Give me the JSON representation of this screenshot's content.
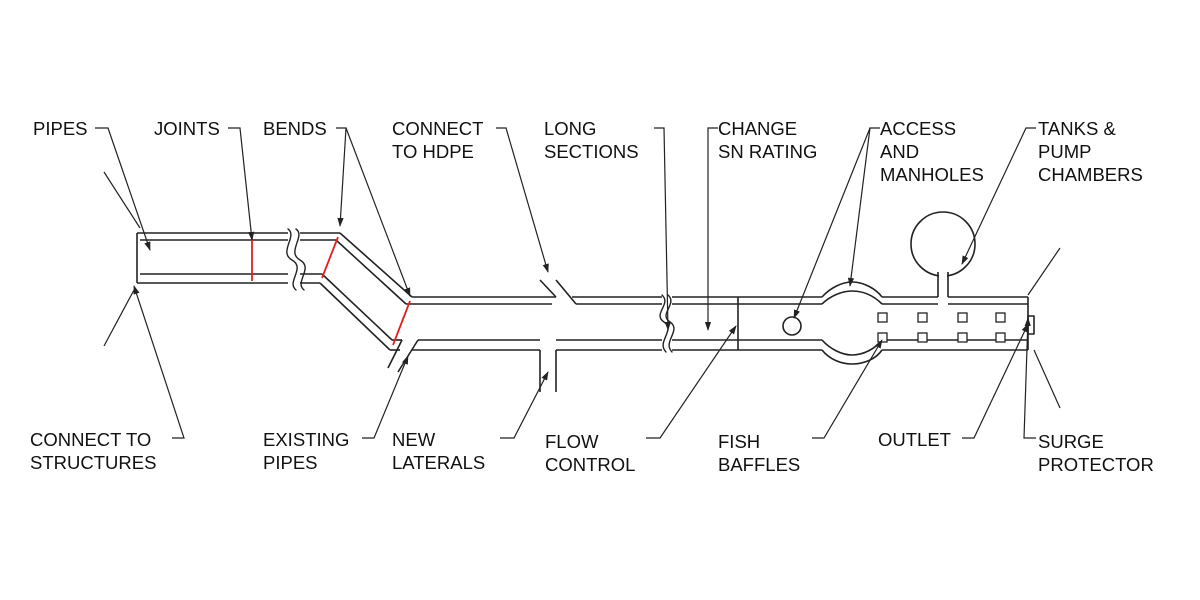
{
  "diagram": {
    "labels": {
      "pipes": [
        "PIPES"
      ],
      "joints": [
        "JOINTS"
      ],
      "bends": [
        "BENDS"
      ],
      "connect_hdpe": [
        "CONNECT",
        "TO HDPE"
      ],
      "long_sections": [
        "LONG",
        "SECTIONS"
      ],
      "change_sn": [
        "CHANGE",
        "SN RATING"
      ],
      "access_manholes": [
        "ACCESS",
        "AND",
        "MANHOLES"
      ],
      "tanks_pump": [
        "TANKS &",
        "PUMP",
        "CHAMBERS"
      ],
      "connect_structures": [
        "CONNECT TO",
        "STRUCTURES"
      ],
      "existing_pipes": [
        "EXISTING",
        "PIPES"
      ],
      "new_laterals": [
        "NEW",
        "LATERALS"
      ],
      "flow_control": [
        "FLOW",
        "CONTROL"
      ],
      "fish_baffles": [
        "FISH",
        "BAFFLES"
      ],
      "outlet": [
        "OUTLET"
      ],
      "surge_protector": [
        "SURGE",
        "PROTECTOR"
      ]
    },
    "colors": {
      "line": "#222222",
      "joint": "#e02020",
      "text": "#111111",
      "background": "#ffffff"
    }
  }
}
